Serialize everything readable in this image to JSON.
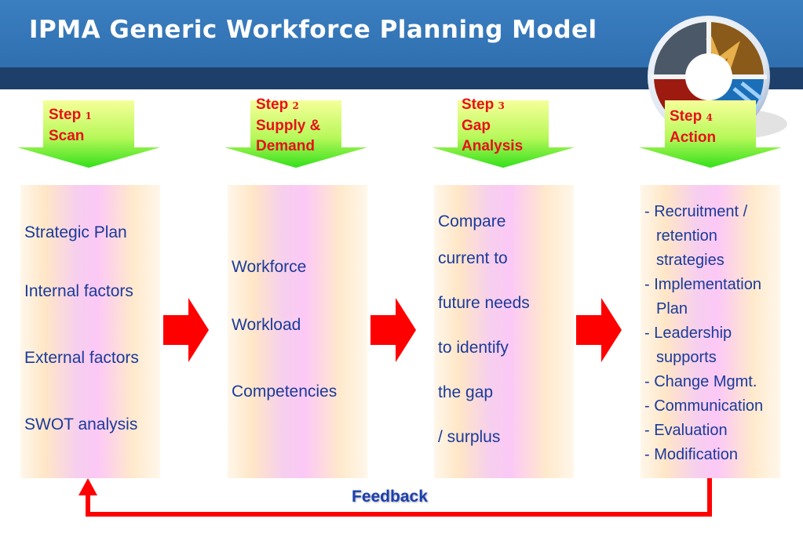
{
  "title": "IPMA Generic Workforce Planning Model",
  "steps": [
    {
      "word": "Step",
      "num": "1",
      "lines": [
        "Scan"
      ]
    },
    {
      "word": "Step",
      "num": "2",
      "lines": [
        "Supply &",
        "Demand"
      ]
    },
    {
      "word": "Step",
      "num": "3",
      "lines": [
        "Gap",
        "Analysis"
      ]
    },
    {
      "word": "Step",
      "num": "4",
      "lines": [
        "Action"
      ]
    }
  ],
  "panels": {
    "scan": [
      "Strategic Plan",
      "Internal factors",
      "External factors",
      "SWOT analysis"
    ],
    "supply_demand": [
      "Workforce",
      "Workload",
      "Competencies"
    ],
    "gap": [
      "Compare",
      "current to",
      "future needs",
      "to identify",
      "the gap",
      "/ surplus"
    ],
    "action": [
      "- Recruitment /",
      "retention",
      "strategies",
      "- Implementation",
      "Plan",
      "- Leadership",
      "supports",
      "- Change Mgmt.",
      "- Communication",
      "- Evaluation",
      "- Modification"
    ]
  },
  "feedback_label": "Feedback",
  "colors": {
    "header": "#3b7fc0",
    "header_band": "#1d3f6a",
    "step_text": "#e8101a",
    "panel_text": "#1b3a9a",
    "arrow_red": "#ff0000",
    "step_arrow_top": "#f6ff9a",
    "step_arrow_bottom": "#33e01a"
  },
  "icons": [
    "logo-disc-icon"
  ]
}
